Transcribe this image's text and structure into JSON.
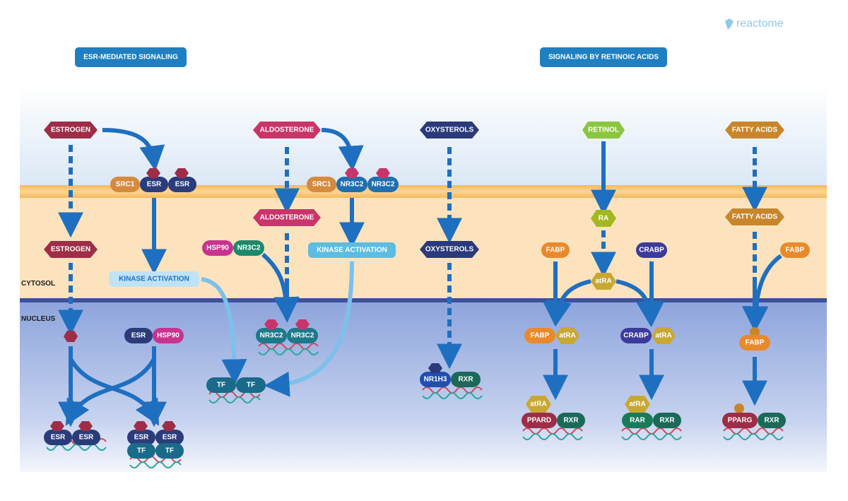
{
  "logo": {
    "text": "reactome"
  },
  "pathways": [
    {
      "label": "ESR-MEDIATED SIGNALING"
    },
    {
      "label": "SIGNALING BY RETINOIC ACIDS"
    }
  ],
  "compartments": {
    "cytosol": "CYTOSOL",
    "nucleus": "NUCLEUS"
  },
  "colors": {
    "extracellular_top": "#ffffff",
    "extracellular_bottom": "#dbe8f5",
    "membrane": "#f6c274",
    "cytosol": "#fde3bd",
    "nucleus_top": "#8ea5dc",
    "nucleus_bottom": "#d9e2f6",
    "arrow": "#1f6fc0",
    "pill": "#1f7fc0"
  },
  "entities": {
    "estrogen": "ESTROGEN",
    "src1": "SRC1",
    "esr": "ESR",
    "kinase_activation": "KINASE ACTIVATION",
    "hsp90": "HSP90",
    "tf": "TF",
    "aldosterone": "ALDOSTERONE",
    "nr3c2": "NR3C2",
    "oxysterols": "OXYSTEROLS",
    "nr1h3": "NR1H3",
    "rxr": "RXR",
    "retinol": "RETINOL",
    "ra": "RA",
    "atra": "atRA",
    "fabp": "FABP",
    "crabp": "CRABP",
    "pprd": "PPARD",
    "rar": "RAR",
    "fatty_acids": "FATTY ACIDS",
    "pparg": "PPARG"
  }
}
